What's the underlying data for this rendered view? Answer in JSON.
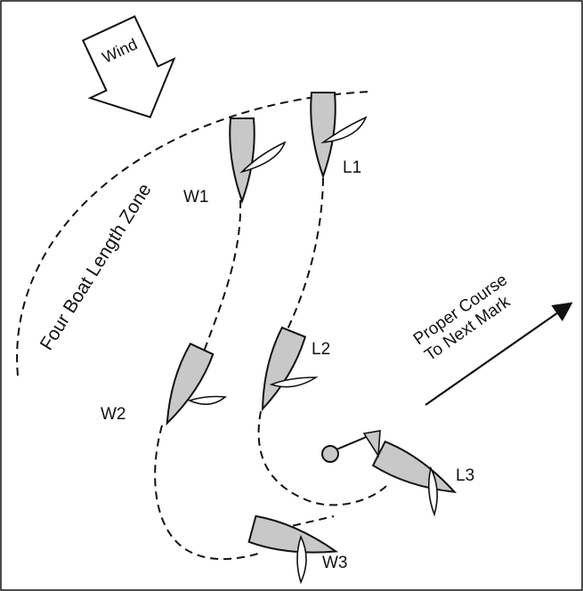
{
  "labels": {
    "wind": "Wind",
    "zone": "Four Boat Length Zone",
    "course_line1": "Proper Course",
    "course_line2": "To Next Mark",
    "w1": "W1",
    "w2": "W2",
    "w3": "W3",
    "l1": "L1",
    "l2": "L2",
    "l3": "L3"
  },
  "colors": {
    "hull": "#c8c8c8",
    "outline": "#111111",
    "background": "#ffffff"
  }
}
